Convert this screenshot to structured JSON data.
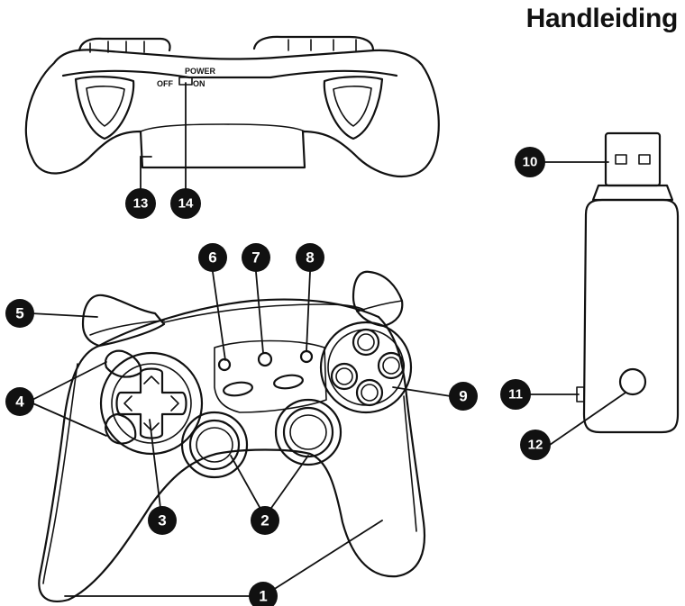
{
  "header": {
    "title": "Handleiding"
  },
  "top_view": {
    "switch_title": "POWER",
    "switch_off": "OFF",
    "switch_on": "ON"
  },
  "callouts": [
    "1",
    "2",
    "3",
    "4",
    "5",
    "6",
    "7",
    "8",
    "9",
    "10",
    "11",
    "12",
    "13",
    "14"
  ],
  "colors": {
    "ink": "#111111",
    "paper": "#ffffff"
  }
}
